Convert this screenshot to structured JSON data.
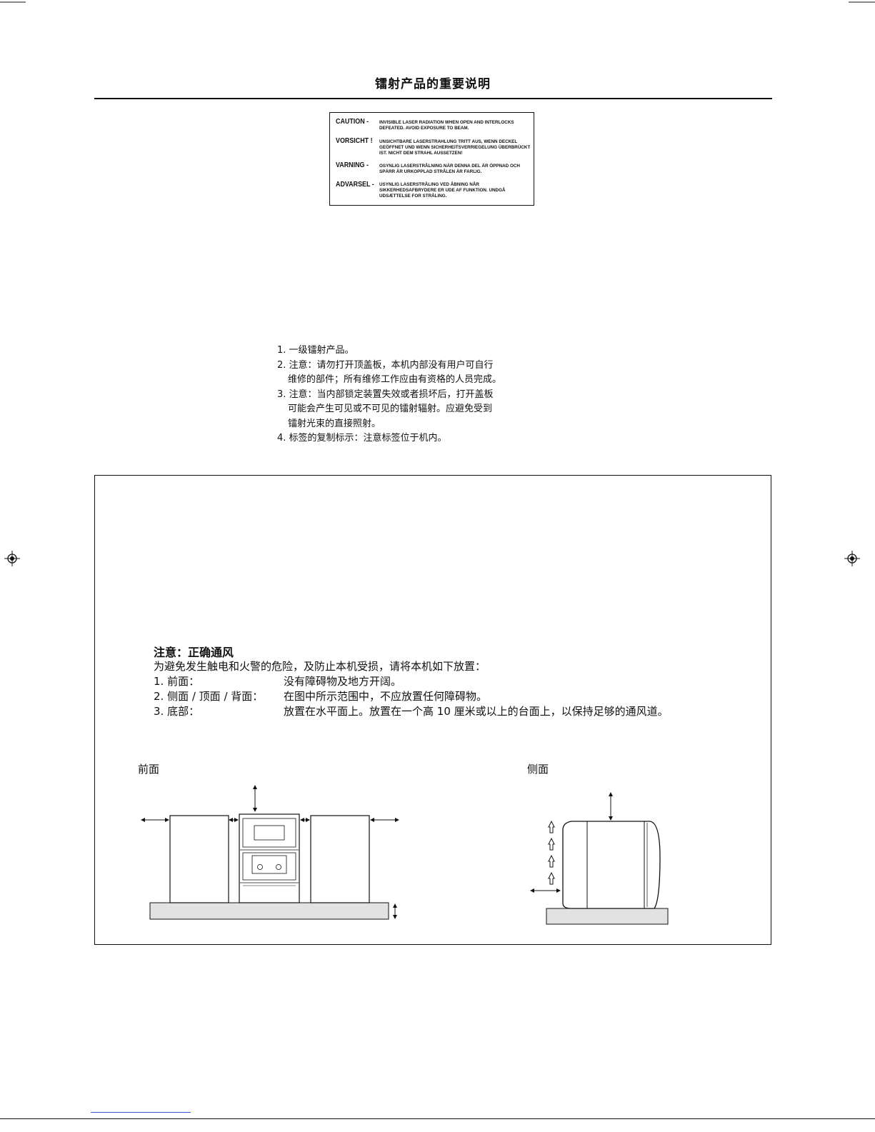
{
  "title": "镭射产品的重要说明",
  "caution_label": [
    {
      "word": "CAUTION -",
      "lines": [
        "INVISIBLE LASER RADIATION WHEN OPEN AND INTERLOCKS",
        "DEFEATED. AVOID EXPOSURE TO BEAM."
      ]
    },
    {
      "word": "VORSICHT !",
      "lines": [
        "UNSICHTBARE LASERSTRAHLUNG TRITT AUS, WENN DECKEL",
        "GEÖFFNET UND WENN SICHERHEITSVERRIEGELUNG ÜBERBRÜCKT",
        "IST. NICHT DEM STRAHL AUSSETZEN!"
      ]
    },
    {
      "word": "VARNING -",
      "lines": [
        "OSYNLIG LASERSTRÅLNING NÄR DENNA DEL ÄR ÖPPNAD OCH",
        "SPÄRR ÄR URKOPPLAD STRÅLEN ÄR FARLIG."
      ]
    },
    {
      "word": "ADVARSEL -",
      "lines": [
        "USYNLIG LASERSTRÅLING VED ÅBNING NÅR",
        "SIKKERHEDSAFBRYDERE ER UDE AF FUNKTION. UNDGÅ",
        "UDSÆTTELSE FOR STRÅLING."
      ]
    }
  ],
  "laser_notes": [
    "1. 一级镭射产品。",
    "2. 注意：请勿打开顶盖板，本机内部没有用户可自行",
    "维修的部件；所有维修工作应由有资格的人员完成。",
    "3. 注意：当内部锁定装置失效或者损坏后，打开盖板",
    "可能会产生可见或不可见的镭射辐射。应避免受到",
    "镭射光束的直接照射。",
    "4. 标签的复制标示：注意标签位于机内。"
  ],
  "ventilation": {
    "heading": "注意：正确通风",
    "intro": "为避免发生触电和火警的危险，及防止本机受损，请将本机如下放置：",
    "items": [
      {
        "key": "1. 前面：",
        "value": "没有障碍物及地方开阔。"
      },
      {
        "key": "2. 侧面 / 顶面 / 背面：",
        "value": "在图中所示范围中，不应放置任何障碍物。"
      },
      {
        "key": "3. 底部：",
        "value": "放置在水平面上。放置在一个高 10 厘米或以上的台面上，以保持足够的通风道。"
      }
    ],
    "front_label": "前面",
    "side_label": "侧面"
  }
}
